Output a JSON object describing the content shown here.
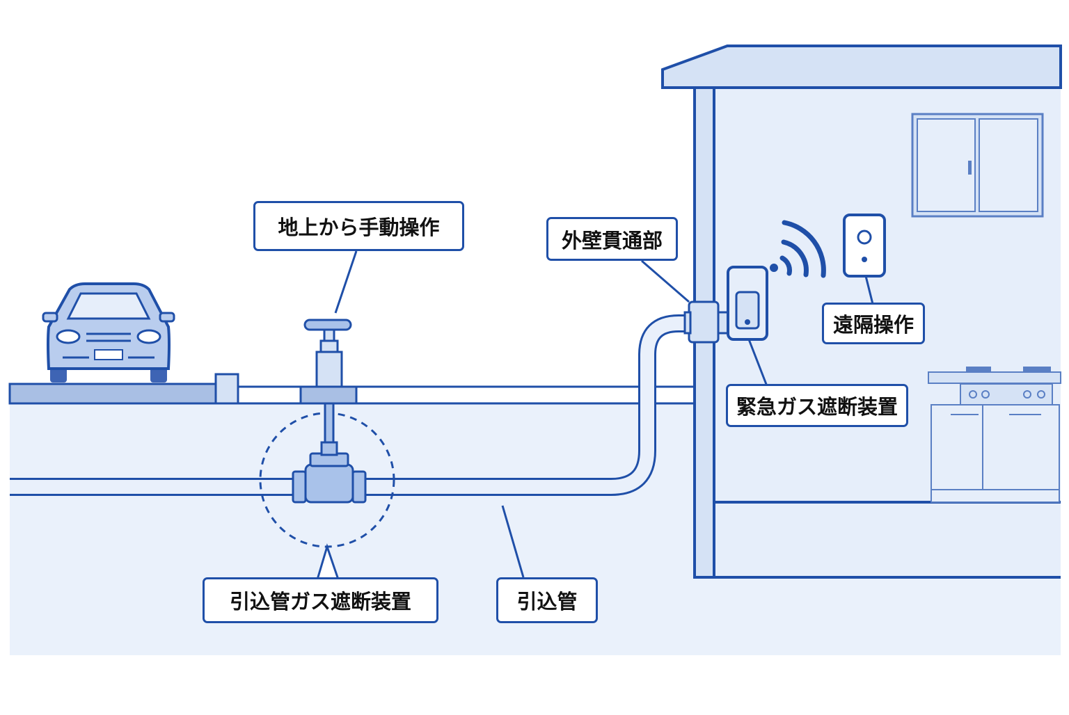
{
  "labels": {
    "manual_operation": "地上から手動操作",
    "wall_penetration": "外壁貫通部",
    "remote_operation": "遠隔操作",
    "emergency_shutoff": "緊急ガス遮断装置",
    "service_pipe_shutoff": "引込管ガス遮断装置",
    "service_pipe": "引込管"
  },
  "colors": {
    "line": "#1f4fa8",
    "fill_light": "#d5e2f5",
    "fill_mid": "#a9c2ea",
    "ground": "#eaf1fb",
    "road": "#9fb6df"
  },
  "icons": {
    "vehicle": "car-icon",
    "wireless": "wifi-signal-icon",
    "controller": "remote-switch-icon",
    "stove": "kitchen-stove-icon"
  }
}
